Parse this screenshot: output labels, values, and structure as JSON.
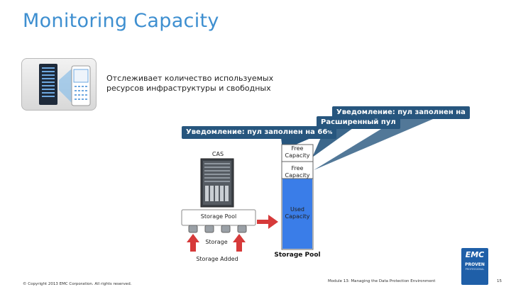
{
  "title": "Monitoring Capacity",
  "description": "Отслеживает количество используемых ресурсов инфраструктуры и свободных",
  "callouts": {
    "back": "Уведомление: пул заполнен на",
    "back_sub": "%",
    "middle": "Расширенный пул",
    "front_prefix": "Уведомление: пул заполнен на",
    "front_value": "66",
    "front_suffix": "%"
  },
  "labels": {
    "cas": "CAS",
    "storage_pool_left": "Storage Pool",
    "storage": "Storage",
    "storage_added": "Storage Added",
    "free_capacity_top": "Free Capacity",
    "free_capacity": "Free Capacity",
    "used_capacity": "Used Capacity",
    "storage_pool_right": "Storage Pool"
  },
  "footer": {
    "copyright": "© Copyright 2013 EMC Corporation. All rights reserved.",
    "module": "Module 13: Managing the Data Protection Environment",
    "page": "15"
  },
  "logo": {
    "brand": "EMC",
    "sub": "PROVEN",
    "sub2": "PROFESSIONAL"
  },
  "colors": {
    "title": "#3e8fd0",
    "callout": "#27567e",
    "used": "#3a7de8",
    "arrow_red": "#d63a3a"
  }
}
